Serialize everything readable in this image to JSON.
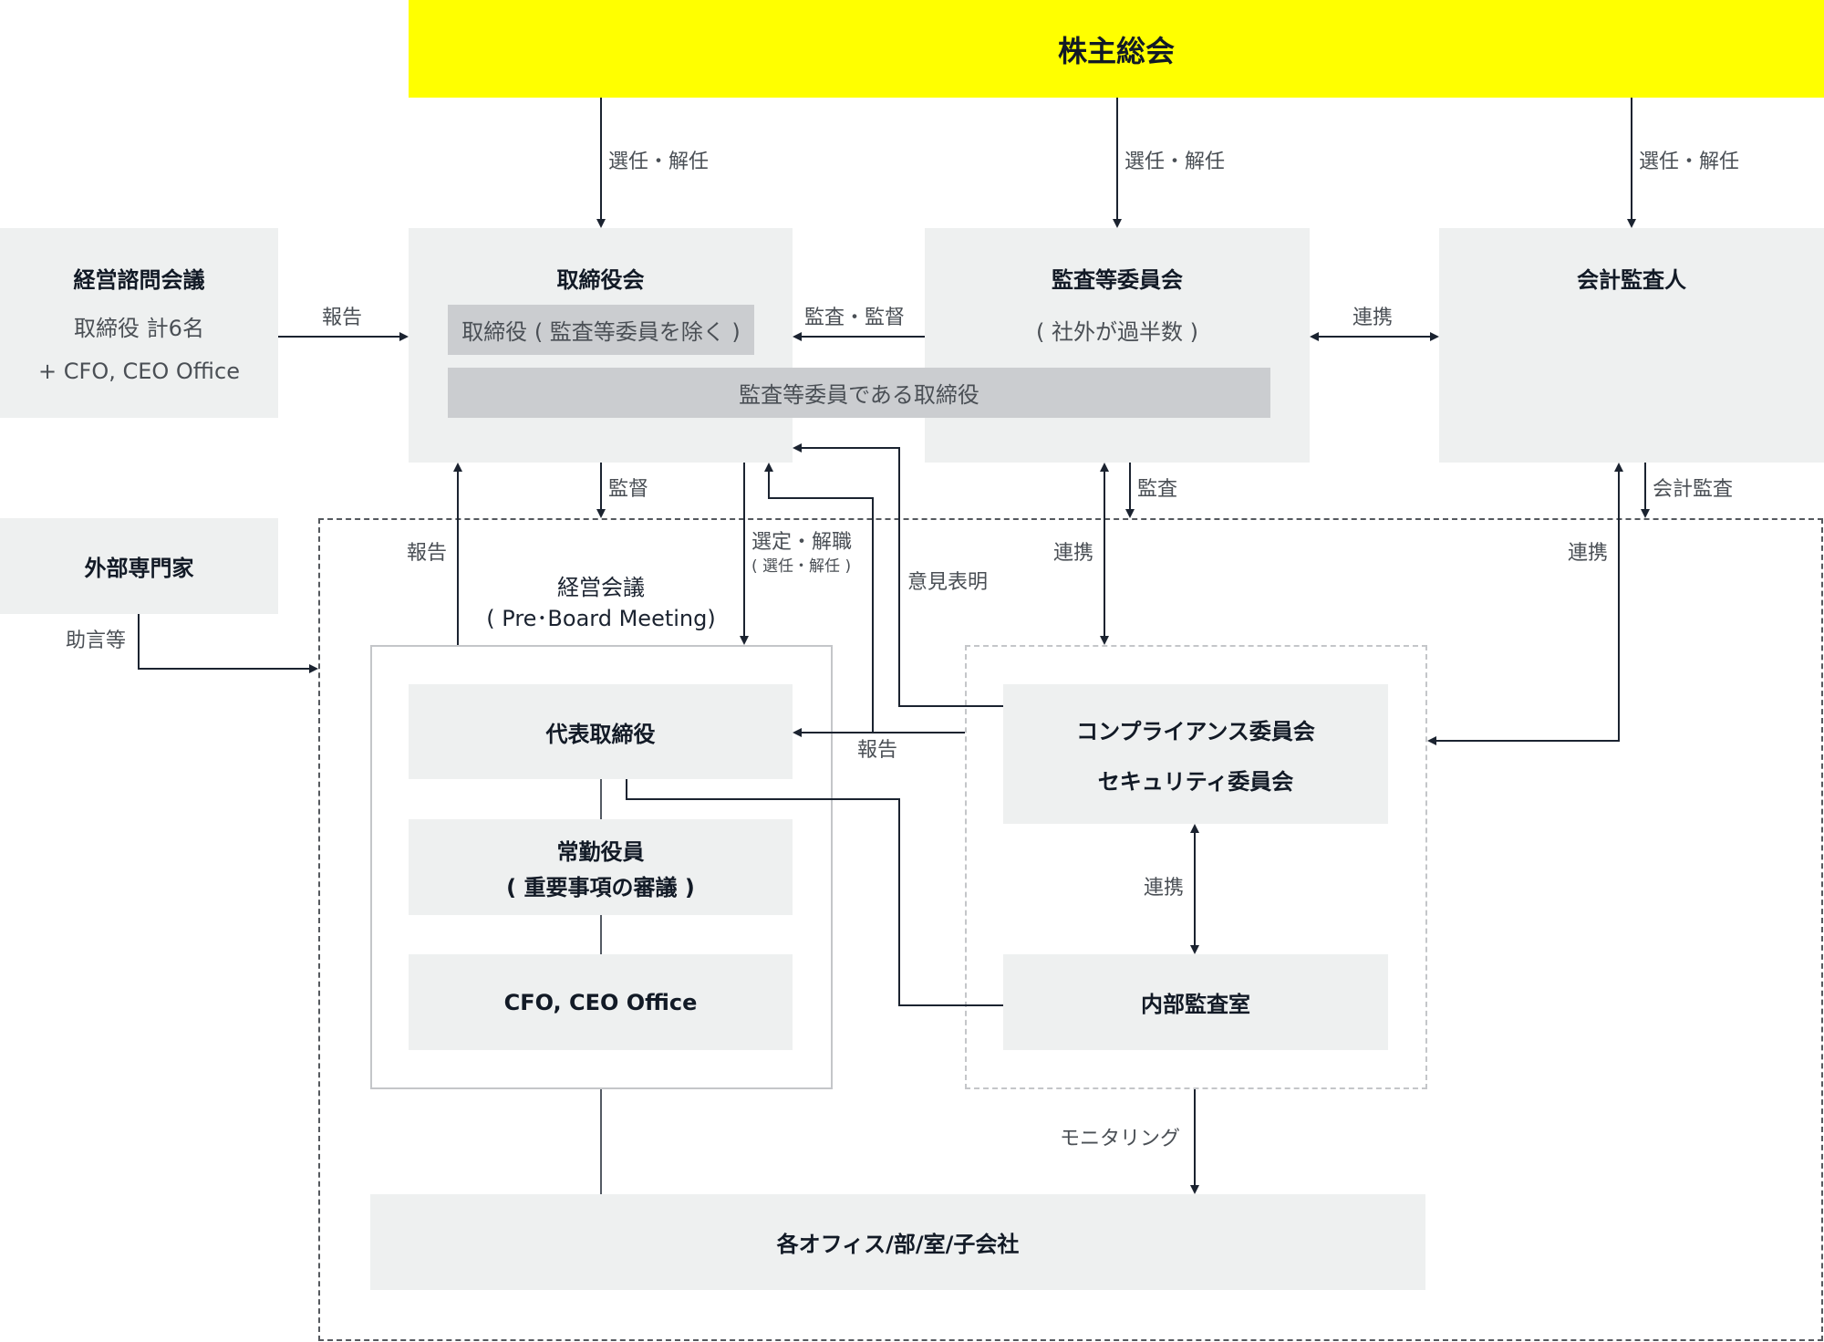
{
  "colors": {
    "shareholders_bg": "#ffff00",
    "box_bg": "#eef0f0",
    "inner_bg": "#cbcdd0",
    "line": "#1b2330",
    "label_text": "#4a4f55"
  },
  "nodes": {
    "shareholders": {
      "title": "株主総会"
    },
    "advisory": {
      "title": "経営諮問会議",
      "lines": [
        "取締役 計6名",
        "+ CFO, CEO Office"
      ]
    },
    "board": {
      "title": "取締役会",
      "inner_top": "取締役 ( 監査等委員を除く )",
      "inner_bottom": "監査等委員である取締役"
    },
    "audit_committee": {
      "title": "監査等委員会",
      "sub": "( 社外が過半数 )"
    },
    "accounting_auditor": {
      "title": "会計監査人"
    },
    "external_experts": {
      "title": "外部専門家"
    },
    "management_meeting": {
      "title": "経営会議",
      "sub": "( Pre･Board Meeting)"
    },
    "representative_director": {
      "title": "代表取締役"
    },
    "fulltime_officers": {
      "title": "常勤役員",
      "sub": "( 重要事項の審議 )"
    },
    "cfo_ceo_office": {
      "title": "CFO, CEO Office"
    },
    "compliance": {
      "lines": [
        "コンプライアンス委員会",
        "セキュリティ委員会"
      ]
    },
    "internal_audit": {
      "title": "内部監査室"
    },
    "offices": {
      "title": "各オフィス/部/室/子会社"
    }
  },
  "edges": {
    "elect_board": "選任・解任",
    "elect_committee": "選任・解任",
    "elect_auditor": "選任・解任",
    "advisory_report": "報告",
    "audit_supervise": "監査・監督",
    "committee_auditor_link": "連携",
    "board_supervise": "監督",
    "mgmt_report": "報告",
    "appoint_dismiss": "選定・解職",
    "appoint_dismiss_sub": "( 選任・解任 )",
    "opinion": "意見表明",
    "committee_audit": "監査",
    "committee_compliance_link": "連携",
    "accounting_audit": "会計監査",
    "auditor_compliance_link": "連携",
    "advice": "助言等",
    "compliance_report": "報告",
    "compliance_internal_link": "連携",
    "monitoring": "モニタリング"
  }
}
